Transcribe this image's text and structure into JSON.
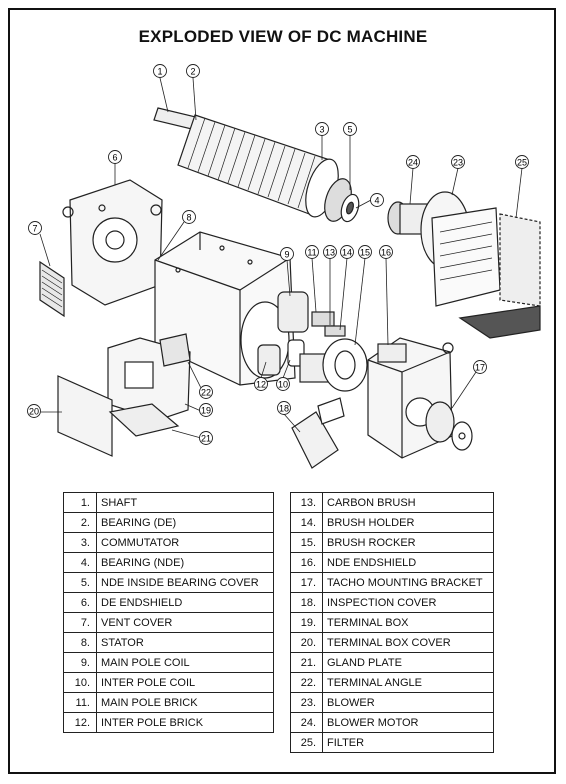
{
  "title": "EXPLODED VIEW OF DC MACHINE",
  "callouts": [
    "1",
    "2",
    "3",
    "4",
    "5",
    "6",
    "7",
    "8",
    "9",
    "10",
    "11",
    "12",
    "13",
    "14",
    "15",
    "16",
    "17",
    "18",
    "19",
    "20",
    "21",
    "22",
    "23",
    "24",
    "25"
  ],
  "parts_left": [
    {
      "num": "1.",
      "name": "SHAFT"
    },
    {
      "num": "2.",
      "name": "BEARING (DE)"
    },
    {
      "num": "3.",
      "name": "COMMUTATOR"
    },
    {
      "num": "4.",
      "name": "BEARING (NDE)"
    },
    {
      "num": "5.",
      "name": "NDE INSIDE BEARING COVER"
    },
    {
      "num": "6.",
      "name": "DE ENDSHIELD"
    },
    {
      "num": "7.",
      "name": "VENT COVER"
    },
    {
      "num": "8.",
      "name": "STATOR"
    },
    {
      "num": "9.",
      "name": "MAIN POLE COIL"
    },
    {
      "num": "10.",
      "name": "INTER POLE COIL"
    },
    {
      "num": "11.",
      "name": "MAIN POLE BRICK"
    },
    {
      "num": "12.",
      "name": "INTER POLE BRICK"
    }
  ],
  "parts_right": [
    {
      "num": "13.",
      "name": "CARBON BRUSH"
    },
    {
      "num": "14.",
      "name": "BRUSH HOLDER"
    },
    {
      "num": "15.",
      "name": "BRUSH ROCKER"
    },
    {
      "num": "16.",
      "name": "NDE ENDSHIELD"
    },
    {
      "num": "17.",
      "name": "TACHO MOUNTING BRACKET"
    },
    {
      "num": "18.",
      "name": "INSPECTION COVER"
    },
    {
      "num": "19.",
      "name": "TERMINAL BOX"
    },
    {
      "num": "20.",
      "name": "TERMINAL BOX COVER"
    },
    {
      "num": "21.",
      "name": "GLAND PLATE"
    },
    {
      "num": "22.",
      "name": "TERMINAL ANGLE"
    },
    {
      "num": "23.",
      "name": "BLOWER"
    },
    {
      "num": "24.",
      "name": "BLOWER MOTOR"
    },
    {
      "num": "25.",
      "name": "FILTER"
    }
  ]
}
